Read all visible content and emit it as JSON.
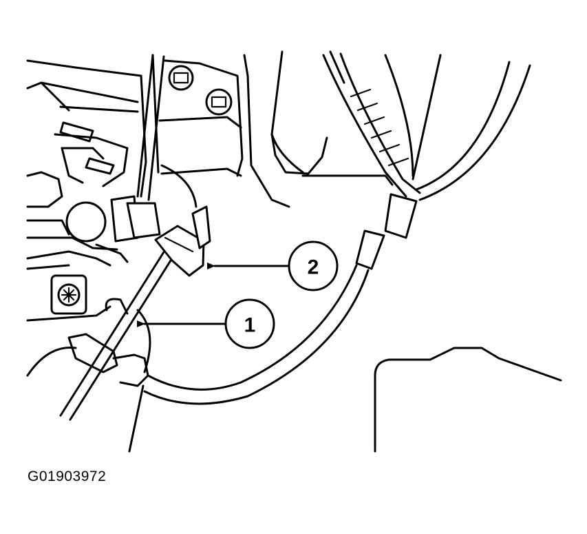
{
  "callouts": [
    {
      "label": "1"
    },
    {
      "label": "2"
    }
  ],
  "figure_id": "G01903972",
  "icons": [
    "bolt-icon",
    "arrow-icon"
  ]
}
